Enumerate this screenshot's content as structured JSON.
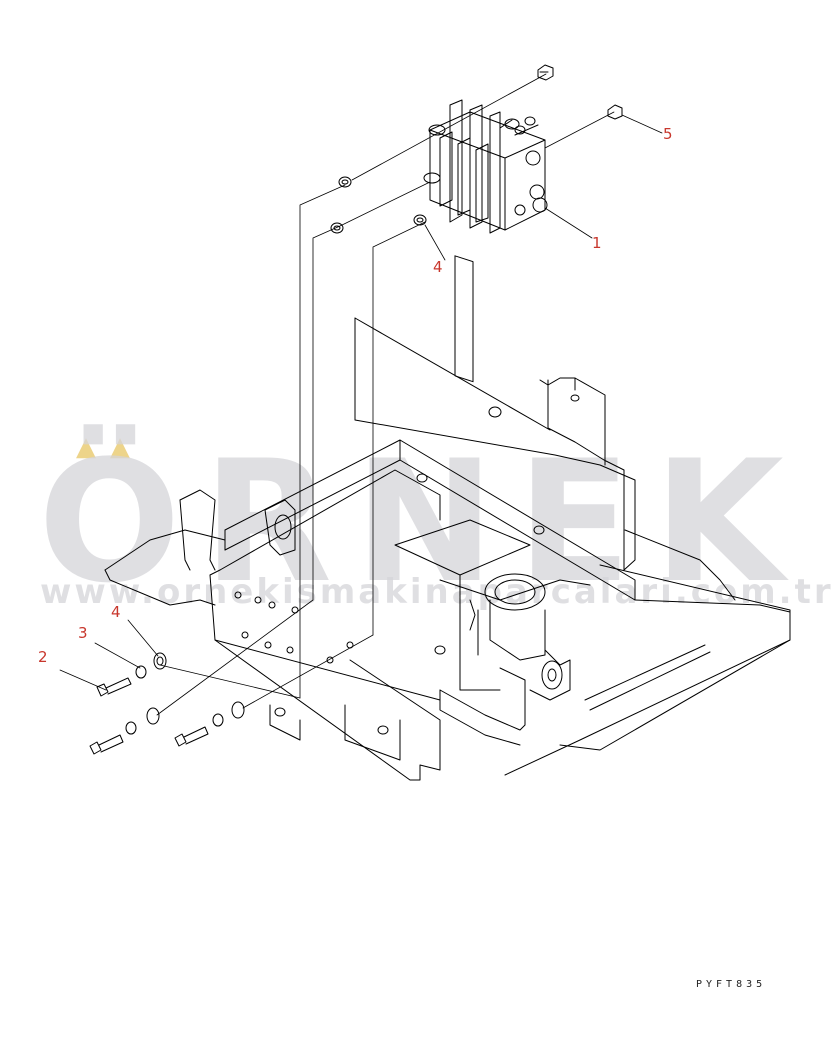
{
  "watermark": {
    "brand": "ÖRNEK",
    "url": "www.ornekismakinaparcalari.com.tr",
    "accent_color": "#e6c25a",
    "text_color": "#d5d5d9"
  },
  "callouts": {
    "c1": "1",
    "c2": "2",
    "c3": "3",
    "c4_left": "4",
    "c4_top": "4",
    "c5": "5"
  },
  "callout_color": "#c8372d",
  "drawing_code": "PYFT835",
  "line_color": "#000000"
}
